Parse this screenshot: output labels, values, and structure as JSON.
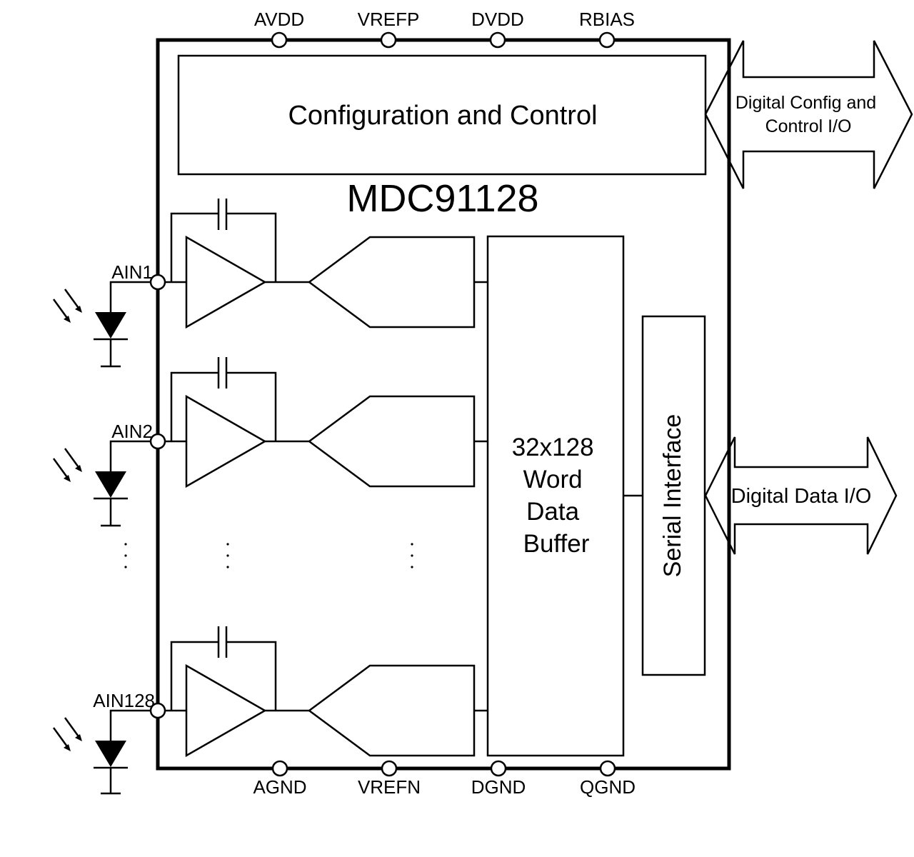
{
  "chip": {
    "name": "MDC91128"
  },
  "top_pins": [
    "AVDD",
    "VREFP",
    "DVDD",
    "RBIAS"
  ],
  "bottom_pins": [
    "AGND",
    "VREFN",
    "DGND",
    "QGND"
  ],
  "blocks": {
    "config_control": "Configuration and Control",
    "buffer_lines": [
      "32x128",
      "Word",
      "Data",
      "Buffer"
    ],
    "serial_interface": "Serial Interface"
  },
  "io": {
    "config_lines": [
      "Digital Config and",
      "Control I/O"
    ],
    "data": "Digital Data I/O"
  },
  "channels": [
    "AIN1",
    "AIN2",
    "AIN128"
  ]
}
